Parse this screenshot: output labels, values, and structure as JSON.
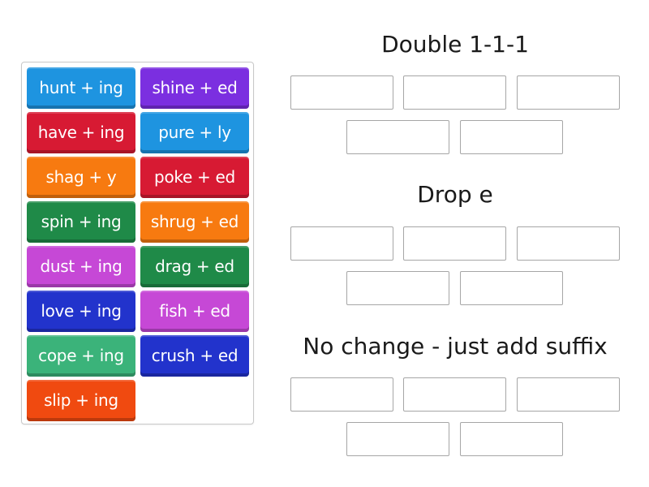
{
  "tray": {
    "tiles": [
      {
        "label": "hunt + ing",
        "color": "#1e94e0"
      },
      {
        "label": "shine + ed",
        "color": "#7b2fe0"
      },
      {
        "label": "have + ing",
        "color": "#d71a33"
      },
      {
        "label": "pure + ly",
        "color": "#1e94e0"
      },
      {
        "label": "shag + y",
        "color": "#f77a10"
      },
      {
        "label": "poke + ed",
        "color": "#d71a33"
      },
      {
        "label": "spin + ing",
        "color": "#1f8a48"
      },
      {
        "label": "shrug + ed",
        "color": "#f77a10"
      },
      {
        "label": "dust + ing",
        "color": "#c648d6"
      },
      {
        "label": "drag + ed",
        "color": "#1f8a48"
      },
      {
        "label": "love + ing",
        "color": "#2233cc"
      },
      {
        "label": "fish + ed",
        "color": "#c648d6"
      },
      {
        "label": "cope + ing",
        "color": "#3bb37a"
      },
      {
        "label": "crush + ed",
        "color": "#2233cc"
      },
      {
        "label": "slip + ing",
        "color": "#f04a10"
      }
    ]
  },
  "categories": [
    {
      "title": "Double 1-1-1",
      "slots": 5
    },
    {
      "title": "Drop e",
      "slots": 5
    },
    {
      "title": "No change - just add suffix",
      "slots": 5
    }
  ]
}
